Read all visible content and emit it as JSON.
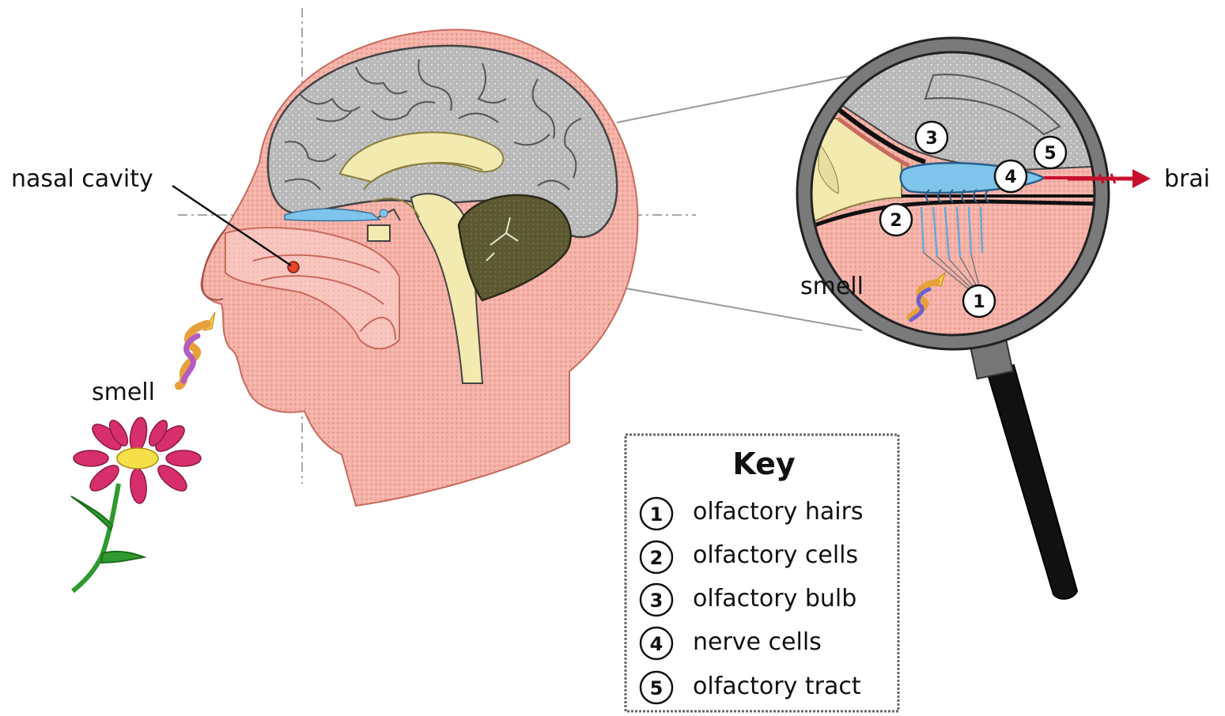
{
  "labels": {
    "nasal_cavity": "nasal cavity",
    "smell_left": "smell",
    "smell_zoom": "smell",
    "brain": "brai"
  },
  "zoom_numbers": [
    "1",
    "2",
    "3",
    "4",
    "5"
  ],
  "key": {
    "title": "Key",
    "items": [
      {
        "num": "1",
        "label": "olfactory hairs"
      },
      {
        "num": "2",
        "label": "olfactory cells"
      },
      {
        "num": "3",
        "label": "olfactory bulb"
      },
      {
        "num": "4",
        "label": "nerve cells"
      },
      {
        "num": "5",
        "label": "olfactory tract"
      }
    ]
  },
  "colors": {
    "skin": "#f4a9a0",
    "brain": "#b8b8b8",
    "cerebellum": "#5a5530",
    "brainstem": "#f3eab0",
    "bulb": "#7fc4ea",
    "petal": "#d62f6b",
    "stem": "#2f9a2f",
    "arrow": "#c8102e"
  }
}
